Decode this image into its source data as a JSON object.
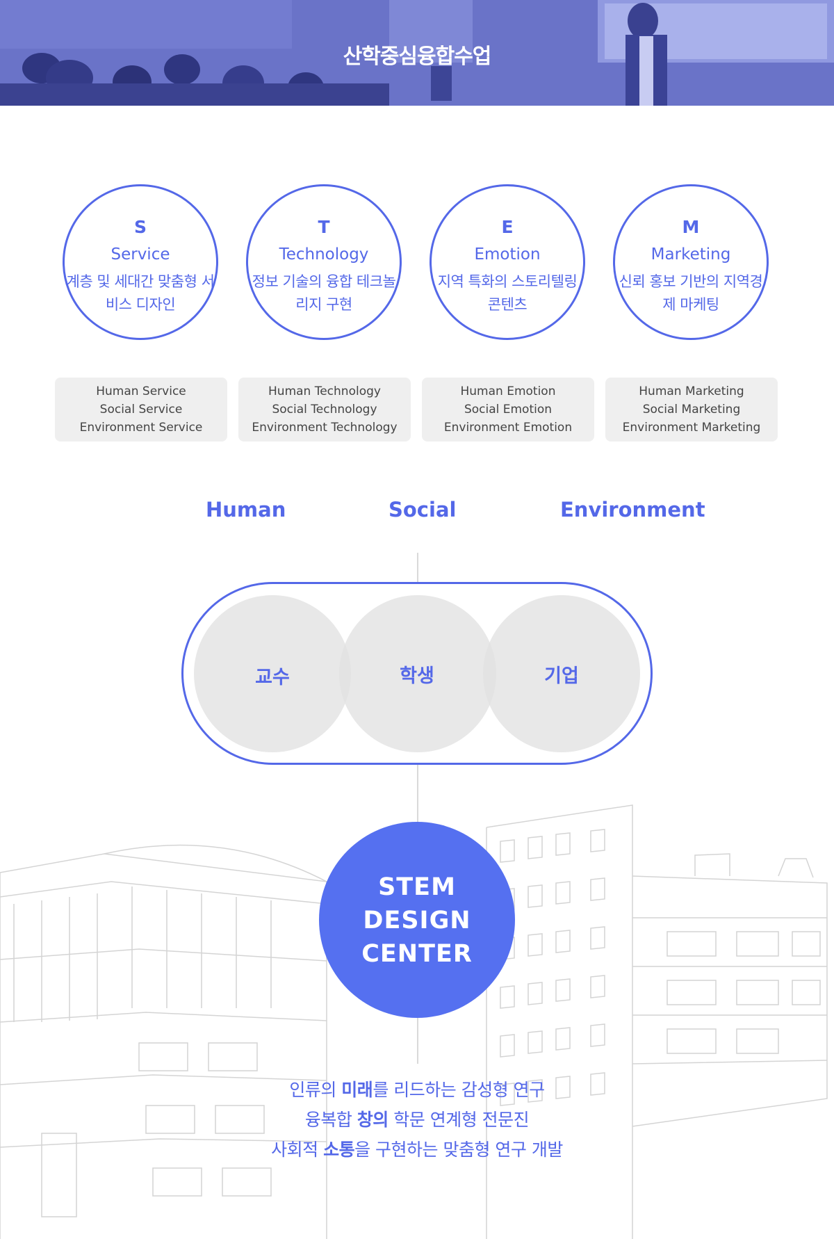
{
  "banner": {
    "title": "산학중심융합수업"
  },
  "stem": [
    {
      "letter": "S",
      "word": "Service",
      "desc1": "계층 및 세대간 맞춤형",
      "desc2": "서비스 디자인",
      "box": [
        "Human Service",
        "Social Service",
        "Environment Service"
      ]
    },
    {
      "letter": "T",
      "word": "Technology",
      "desc1": "정보 기술의 융합",
      "desc2": "테크놀리지 구현",
      "box": [
        "Human Technology",
        "Social Technology",
        "Environment Technology"
      ]
    },
    {
      "letter": "E",
      "word": "Emotion",
      "desc1": "지역 특화의",
      "desc2": "스토리텔링 콘텐츠",
      "box": [
        "Human Emotion",
        "Social Emotion",
        "Environment Emotion"
      ]
    },
    {
      "letter": "M",
      "word": "Marketing",
      "desc1": "신뢰 홍보 기반의",
      "desc2": "지역경제 마케팅",
      "box": [
        "Human Marketing",
        "Social Marketing",
        "Environment Marketing"
      ]
    }
  ],
  "pillars": {
    "human": "Human",
    "social": "Social",
    "environment": "Environment"
  },
  "venn": {
    "left": "교수",
    "middle": "학생",
    "right": "기업"
  },
  "center": {
    "line1": "STEM",
    "line2": "DESIGN",
    "line3": "CENTER"
  },
  "mission": [
    {
      "pre": "인류의 ",
      "bold": "미래",
      "post": "를 리드하는 감성형 연구"
    },
    {
      "pre": "융복합 ",
      "bold": "창의",
      "post": " 학문 연계형 전문진"
    },
    {
      "pre": "사회적 ",
      "bold": "소통",
      "post": "을 구현하는  맞춤형 연구 개발"
    }
  ],
  "colors": {
    "accent": "#5468e8",
    "center_fill": "#5570f0",
    "banner": "#5e67c0",
    "box_bg": "#efefef"
  }
}
